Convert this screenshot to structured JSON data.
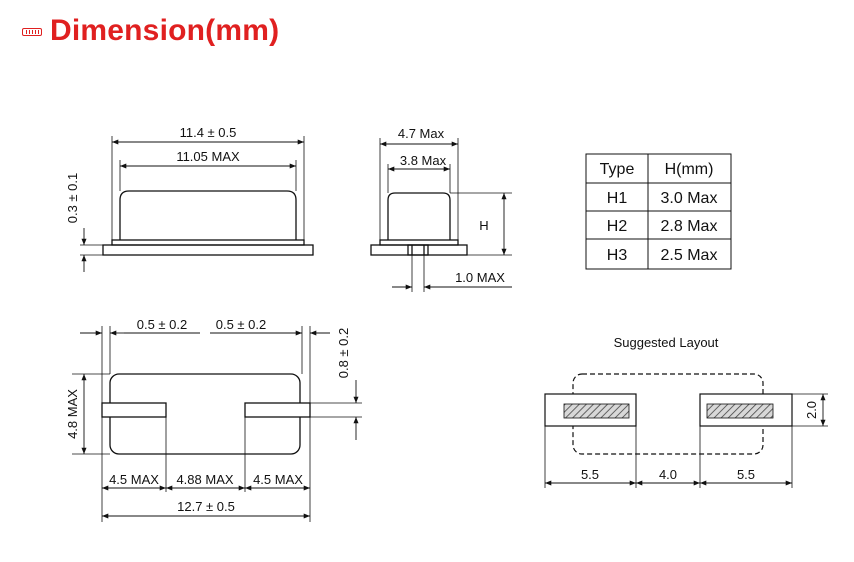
{
  "title": "Dimension(mm)",
  "colors": {
    "title": "#e02020",
    "line": "#111111",
    "hatch": "#555555"
  },
  "icon": "ruler-icon",
  "front_view": {
    "overall": "11.4 ± 0.5",
    "body": "11.05 MAX",
    "base": "0.3 ± 0.1"
  },
  "side_view": {
    "overall": "4.7 Max",
    "body": "3.8 Max",
    "height": "H",
    "foot": "1.0 MAX"
  },
  "height_table": {
    "headers": [
      "Type",
      "H(mm)"
    ],
    "rows": [
      [
        "H1",
        "3.0 Max"
      ],
      [
        "H2",
        "2.8 Max"
      ],
      [
        "H3",
        "2.5 Max"
      ]
    ]
  },
  "bottom_view": {
    "pad_left": "0.5 ± 0.2",
    "pad_right": "0.5 ± 0.2",
    "pad_height": "0.8 ± 0.2",
    "height": "4.8 MAX",
    "seg_left": "4.5 MAX",
    "seg_mid": "4.88 MAX",
    "seg_right": "4.5 MAX",
    "overall": "12.7 ± 0.5"
  },
  "layout": {
    "title": "Suggested Layout",
    "pad_w": "5.5",
    "gap": "4.0",
    "pad_w2": "5.5",
    "pad_h": "2.0"
  }
}
